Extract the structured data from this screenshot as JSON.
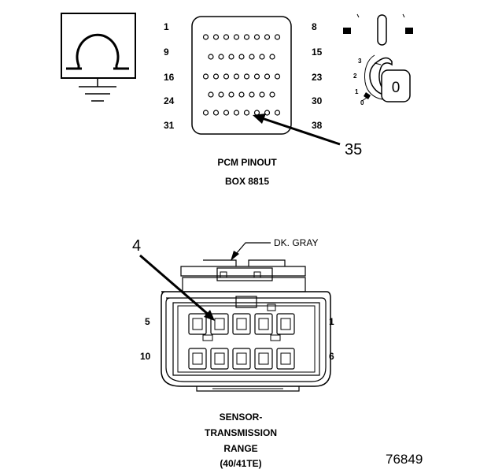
{
  "pcm": {
    "pin_labels": [
      "1",
      "9",
      "16",
      "24",
      "31",
      "8",
      "15",
      "23",
      "30",
      "38"
    ],
    "pin_rows": [
      8,
      7,
      8,
      7,
      8
    ],
    "callout": "35",
    "caption_line1": "PCM PINOUT",
    "caption_line2": "BOX 8815"
  },
  "ignition": {
    "positions": [
      "3",
      "2",
      "1",
      "0"
    ],
    "key_symbol": "0"
  },
  "sensor": {
    "callout": "4",
    "color_note": "DK. GRAY",
    "pin_labels": [
      "5",
      "1",
      "10",
      "6"
    ],
    "caption": [
      "SENSOR-",
      "TRANSMISSION",
      "RANGE",
      "(40/41TE)"
    ]
  },
  "figure_number": "76849"
}
